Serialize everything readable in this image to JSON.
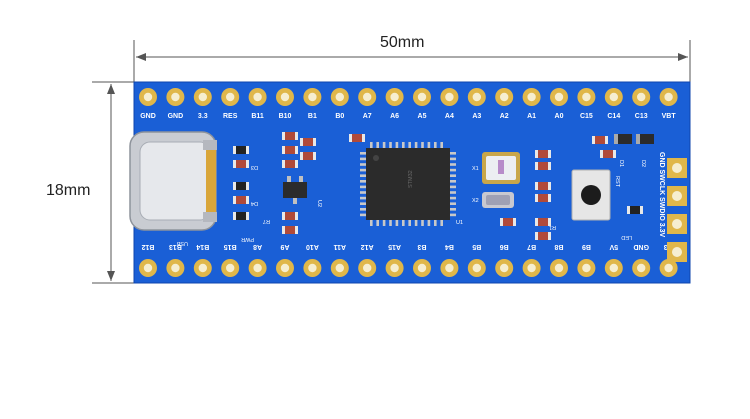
{
  "dimensions": {
    "width_label": "50mm",
    "height_label": "18mm"
  },
  "board": {
    "top_pins": [
      "GND",
      "GND",
      "3.3",
      "RES",
      "B11",
      "B10",
      "B1",
      "B0",
      "A7",
      "A6",
      "A5",
      "A4",
      "A3",
      "A2",
      "A1",
      "A0",
      "C15",
      "C14",
      "C13",
      "VBT"
    ],
    "bottom_pins": [
      "B12",
      "B13",
      "B14",
      "B15",
      "A8",
      "A9",
      "A10",
      "A11",
      "A12",
      "A15",
      "B3",
      "B4",
      "B5",
      "B6",
      "B7",
      "B8",
      "B9",
      "5V",
      "GND",
      "3.3"
    ],
    "debug_header": [
      "GND",
      "SWCLK",
      "SWDIO",
      "3.3V"
    ],
    "silkscreen": {
      "usb": "USB",
      "pwr": "PWR",
      "led": "LED",
      "rst": "RST",
      "chip": "STM32",
      "u1": "U1",
      "u2": "U2",
      "x1": "X1",
      "x2": "X2",
      "d1": "D1",
      "d2": "D2",
      "d3": "D3",
      "d4": "D4",
      "r1": "R1",
      "r7": "R7"
    },
    "colors": {
      "pcb": "#1a5fd6",
      "pad": "#e0b74a",
      "hole": "#f6eed0",
      "silk": "#ffffff",
      "chip": "#2b2b2b"
    }
  }
}
